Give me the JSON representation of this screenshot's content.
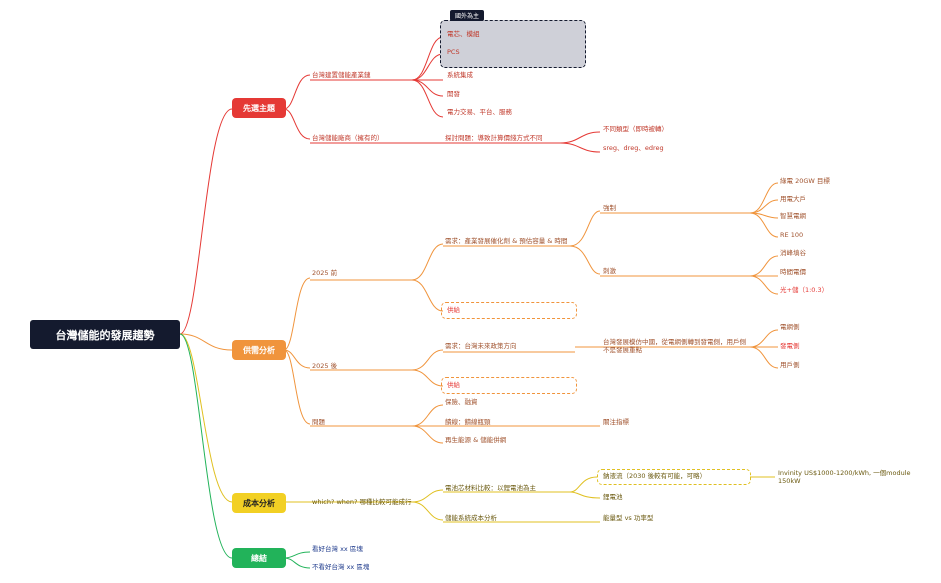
{
  "root": "台灣儲能的發展趨勢",
  "colors": {
    "red": "#e53935",
    "orange": "#f0943c",
    "yellow": "#f2d024",
    "green": "#22b35a",
    "navy": "#141a2e"
  },
  "branches": {
    "b1": {
      "label": "先選主題",
      "c1": "台灣建置儲能產業鏈",
      "tag": "國外為主",
      "c1_items": [
        "電芯、模組",
        "PCS",
        "系統集成",
        "開發",
        "電力交易、平台、服務"
      ],
      "c2": "台灣儲能廠商（擁有的）",
      "c2_child": "探討問題：導致計算價錢方式不同",
      "c2_leaves": [
        "不同類型（即時被轉）",
        "sreg、dreg、edreg"
      ]
    },
    "b2": {
      "label": "供需分析",
      "pre": "2025 前",
      "pre_demand": "需求：產業發展催化劑 & 預估容量 & 時間",
      "force": "強制",
      "force_items": [
        "綠電 20GW 目標",
        "用電大戶",
        "智慧電網",
        "RE 100"
      ],
      "stim": "刺激",
      "stim_items": [
        "消峰填谷",
        "時間電價",
        "光+儲（1:0.3）"
      ],
      "pre_supply": "供給",
      "post": "2025 後",
      "post_demand": "需求：台灣未來政策方向",
      "post_note": "台灣發展模仿中國，從電網側轉到發電側，用戶側不是發展重點",
      "post_items": [
        "電網側",
        "發電側",
        "用戶側"
      ],
      "post_supply": "供給",
      "issue": "問題",
      "issue_items": [
        "保險、融資",
        "饋線：饋線瓶頸",
        "再生能源 & 儲能併網"
      ],
      "issue_note": "關注指標"
    },
    "b3": {
      "label": "成本分析",
      "c1": "which? when? 哪種比較可能成行",
      "cost1": "電池芯材料比較：以鋰電池為主",
      "liquid": "鈉液流（2030 後較有可能，可略）",
      "liquid_note": "Invinity US$1000-1200/kWh, 一個module 150kW",
      "lithium": "鋰電池",
      "cost2": "儲能系統成本分析",
      "cost2_note": "能量型 vs 功率型"
    },
    "b4": {
      "label": "總結",
      "items": [
        "看好台灣 xx 區塊",
        "不看好台灣 xx 區塊"
      ]
    }
  }
}
